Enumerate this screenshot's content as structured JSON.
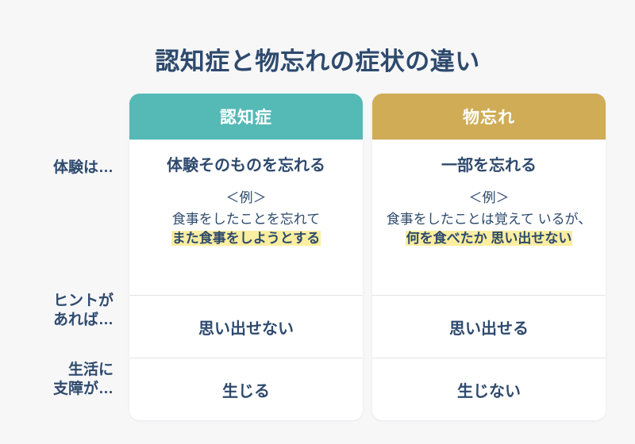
{
  "title": "認知症と物忘れの症状の違い",
  "colors": {
    "background": "#f7f7f8",
    "text_navy": "#2e4a6d",
    "column1_header": "#55bab6",
    "column2_header": "#d0ac56",
    "highlight": "#fbeea0",
    "card": "#ffffff",
    "divider": "#e2e4e7"
  },
  "row_labels": [
    "体験は…",
    "ヒントが\nあれば…",
    "生活に\n支障が…"
  ],
  "columns": [
    {
      "header": "認知症",
      "row1": {
        "heading": "体験そのものを忘れる",
        "example_tag": "＜例＞",
        "example_plain": "食事をしたことを忘れて",
        "example_highlight": "また食事をしようとする"
      },
      "row2": "思い出せない",
      "row3": "生じる"
    },
    {
      "header": "物忘れ",
      "row1": {
        "heading": "一部を忘れる",
        "example_tag": "＜例＞",
        "example_plain": "食事をしたことは覚えて いるが、",
        "example_highlight": "何を食べたか 思い出せない"
      },
      "row2": "思い出せる",
      "row3": "生じない"
    }
  ]
}
